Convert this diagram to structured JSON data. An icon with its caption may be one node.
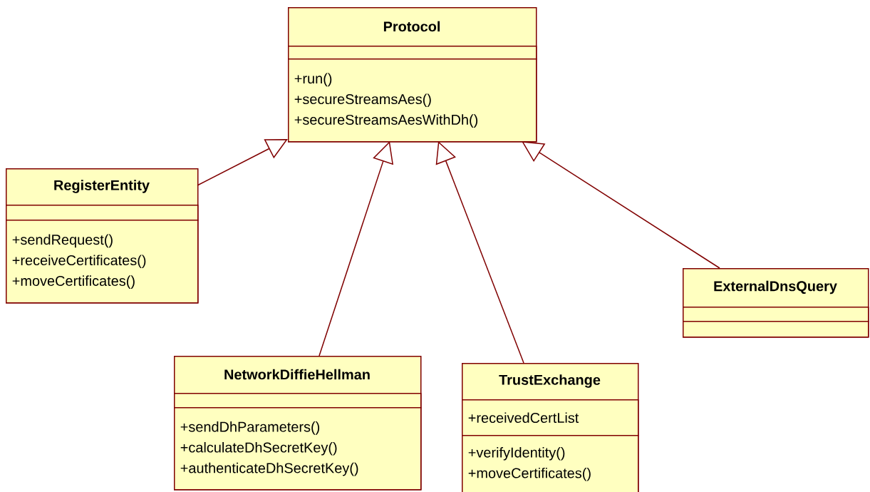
{
  "diagram": {
    "nodes": [
      {
        "text": [
          "Protocol"
        ]
      },
      {
        "text": [],
        "shape": "box",
        "in": 0
      },
      {
        "text": [
          "+run()",
          "+secureStreamsAes()",
          "+secureStreamsAesWithDh()"
        ],
        "in": 0
      },
      {
        "text": [
          "RegisterEntity"
        ]
      },
      {
        "text": [],
        "shape": "box",
        "in": 3
      },
      {
        "text": [
          "+sendRequest()",
          "+receiveCertificates()",
          "+moveCertificates()"
        ],
        "in": 3
      },
      {
        "text": [
          "ExternalDnsQuery"
        ]
      },
      {
        "text": [],
        "shape": "box",
        "in": 6
      },
      {
        "text": [],
        "shape": "box",
        "in": 6
      },
      {
        "text": [
          "NetworkDiffieHellman"
        ]
      },
      {
        "text": [],
        "shape": "box",
        "in": 9
      },
      {
        "text": [
          "+sendDhParameters()",
          "+calculateDhSecretKey()",
          "+authenticateDhSecretKey()"
        ],
        "in": 9
      },
      {
        "text": [
          "TrustExchange"
        ]
      },
      {
        "text": [
          "+receivedCertList"
        ],
        "in": 12
      },
      {
        "text": [
          "+verifyIdentity()",
          "+moveCertificates()"
        ],
        "in": 12
      }
    ],
    "edges": [
      {
        "from": 3,
        "to": 0,
        "arrow": "to"
      },
      {
        "from": 9,
        "to": 0,
        "arrow": "to"
      },
      {
        "from": 12,
        "to": 0,
        "arrow": "to"
      },
      {
        "from": 6,
        "to": 0,
        "arrow": "to"
      }
    ]
  }
}
